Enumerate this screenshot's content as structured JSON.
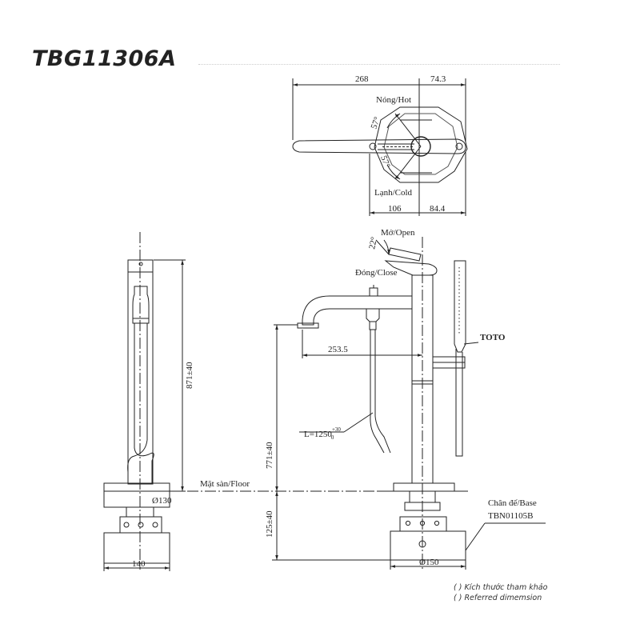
{
  "title": "TBG11306A",
  "top_view": {
    "dim_handle": "268",
    "dim_right": "74.3",
    "hot_label": "Nóng/Hot",
    "cold_label": "Lạnh/Cold",
    "angle_hot": "57°",
    "angle_cold": "57°",
    "dim_bottom_left": "106",
    "dim_bottom_right": "84.4"
  },
  "front_view": {
    "open_label": "Mở/Open",
    "close_label": "Đóng/Close",
    "angle_open": "22°",
    "spout_reach": "253.5",
    "hose_length": "L=1250",
    "hose_tolerance_upper": "+30",
    "hose_tolerance_lower": "0",
    "height_above_floor": "771±40",
    "height_below_floor": "125±40",
    "base_diameter": "Ø150",
    "base_label": "Chân đế/Base",
    "base_model": "TBN01105B",
    "brand": "TOTO"
  },
  "side_view": {
    "height": "871±40",
    "floor_label": "Mặt sàn/Floor",
    "diameter": "Ø130",
    "width": "140"
  },
  "notes": [
    "( ) Kích thước tham khảo",
    "( ) Referred dimemsion"
  ]
}
